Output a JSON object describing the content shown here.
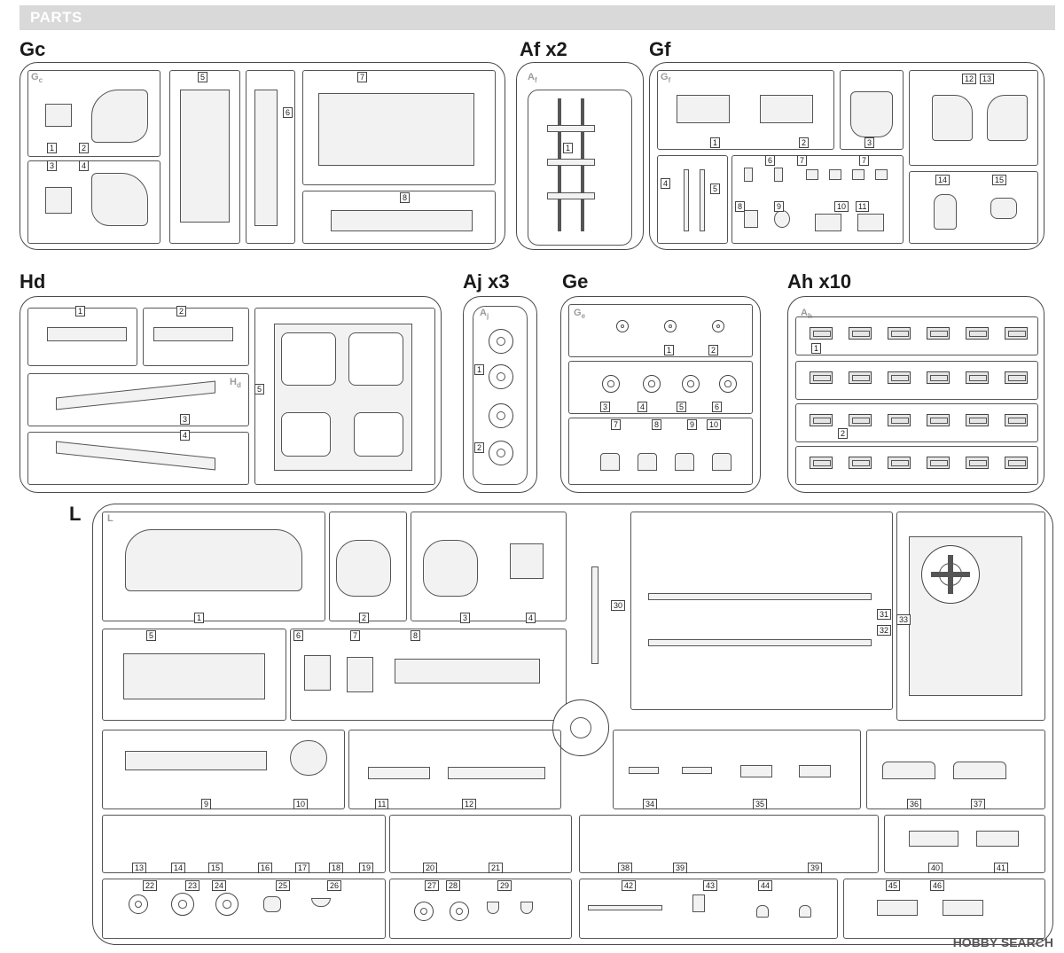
{
  "header": {
    "title": "PARTS"
  },
  "sprues": {
    "gc": {
      "title": "Gc",
      "logo": "G",
      "logo_sub": "c",
      "numbers": [
        "1",
        "2",
        "3",
        "4",
        "5",
        "6",
        "7",
        "8"
      ]
    },
    "af": {
      "title": "Af x2",
      "logo": "A",
      "logo_sub": "f",
      "numbers": [
        "1"
      ]
    },
    "gf": {
      "title": "Gf",
      "logo": "G",
      "logo_sub": "f",
      "numbers": [
        "1",
        "2",
        "3",
        "4",
        "5",
        "6",
        "7",
        "7",
        "8",
        "9",
        "10",
        "11",
        "12",
        "13",
        "14",
        "15"
      ]
    },
    "hd": {
      "title": "Hd",
      "logo": "H",
      "logo_sub": "d",
      "numbers": [
        "1",
        "2",
        "3",
        "4",
        "5"
      ]
    },
    "aj": {
      "title": "Aj x3",
      "logo": "A",
      "logo_sub": "j",
      "numbers": [
        "1",
        "2"
      ]
    },
    "ge": {
      "title": "Ge",
      "logo": "G",
      "logo_sub": "e",
      "numbers": [
        "1",
        "2",
        "3",
        "4",
        "5",
        "6",
        "7",
        "8",
        "9",
        "10"
      ]
    },
    "ah": {
      "title": "Ah x10",
      "logo": "A",
      "logo_sub": "h",
      "numbers": [
        "1",
        "2"
      ]
    },
    "l": {
      "title": "L",
      "logo": "L",
      "logo_sub": "",
      "numbers": [
        "1",
        "2",
        "3",
        "4",
        "5",
        "6",
        "7",
        "8",
        "9",
        "10",
        "11",
        "12",
        "13",
        "14",
        "15",
        "16",
        "17",
        "18",
        "19",
        "20",
        "21",
        "22",
        "23",
        "24",
        "25",
        "26",
        "27",
        "28",
        "29",
        "30",
        "31",
        "32",
        "33",
        "34",
        "35",
        "36",
        "37",
        "38",
        "39",
        "39",
        "40",
        "41",
        "42",
        "43",
        "44",
        "45",
        "46"
      ]
    }
  },
  "watermark": "HOBBY SEARCH",
  "colors": {
    "line": "#4a4a4a",
    "header_bg": "#d9d9d9",
    "logo": "#9b9b9b"
  }
}
